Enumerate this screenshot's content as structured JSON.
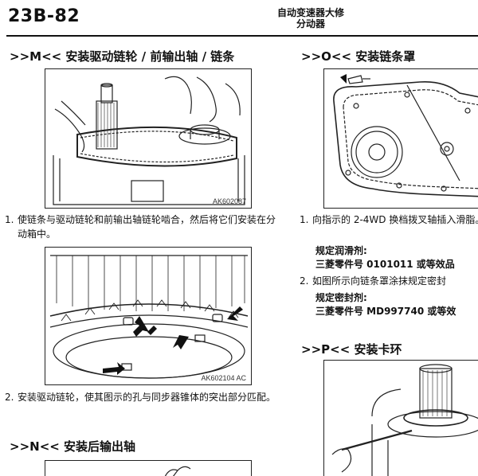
{
  "header": {
    "page_number": "23B-82",
    "title_line1": "自动变速器大修",
    "title_line2": "分动器"
  },
  "left": {
    "section_m": ">>M<< 安装驱动链轮 / 前输出轴 / 链条",
    "figure1_label": "AK602087",
    "step1_num": "1.",
    "step1_text": "使链条与驱动链轮和前输出轴链轮啮合，然后将它们安装在分动箱中。",
    "figure2_label": "AK602104 AC",
    "step2_num": "2.",
    "step2_text": "安装驱动链轮，使其图示的孔与同步器锥体的突出部分匹配。",
    "section_n": ">>N<< 安装后输出轴"
  },
  "right": {
    "section_o": ">>O<< 安装链条罩",
    "step1_num": "1.",
    "step1_text": "向指示的 2-4WD 换档拨叉轴插入滑脂。",
    "spec1_label": "规定润滑剂:",
    "spec1_value": "三菱零件号 0101011 或等效品",
    "step2_num": "2.",
    "step2_text": "如图所示向链条罩涂抹规定密封",
    "spec2_label": "规定密封剂:",
    "spec2_value": "三菱零件号 MD997740 或等效",
    "section_p": ">>P<< 安装卡环"
  }
}
